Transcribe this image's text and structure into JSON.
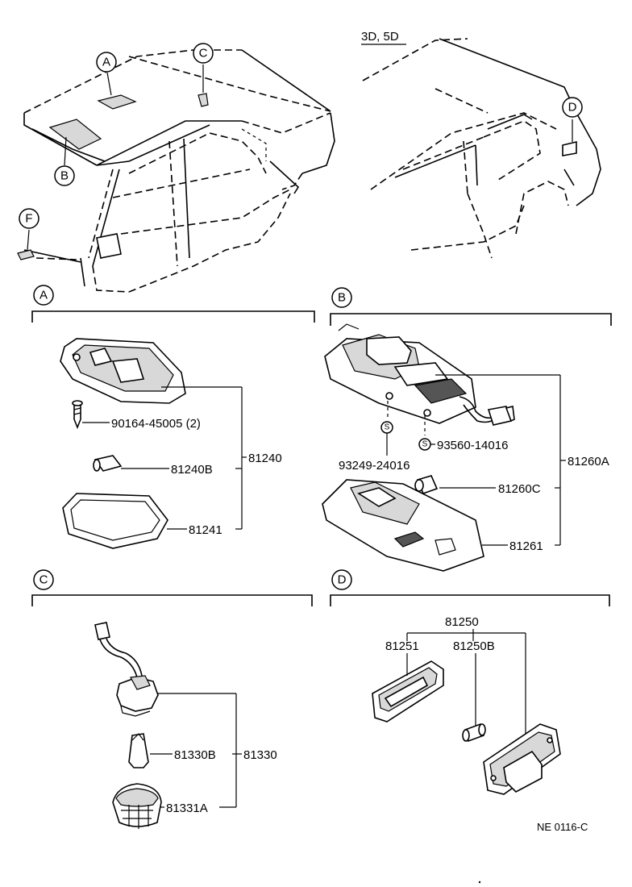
{
  "header": {
    "variant": "3D, 5D",
    "drawing_code": "NE 0116-C"
  },
  "callouts": {
    "a": "A",
    "b": "B",
    "c": "C",
    "d": "D",
    "f": "F",
    "screw_marker": "S"
  },
  "sections": {
    "a": {
      "label": "A",
      "parts": {
        "assy": "81240",
        "screw": "90164-45005 (2)",
        "bulb": "81240B",
        "lens": "81241"
      }
    },
    "b": {
      "label": "B",
      "parts": {
        "assy": "81260A",
        "screw_1": "93249-24016",
        "screw_2": "93560-14016",
        "bulb": "81260C",
        "lens": "81261"
      }
    },
    "c": {
      "label": "C",
      "parts": {
        "assy": "81330",
        "bulb": "81330B",
        "cover": "81331A"
      }
    },
    "d": {
      "label": "D",
      "parts": {
        "assy": "81250",
        "lens": "81251",
        "bulb": "81250B"
      }
    }
  }
}
